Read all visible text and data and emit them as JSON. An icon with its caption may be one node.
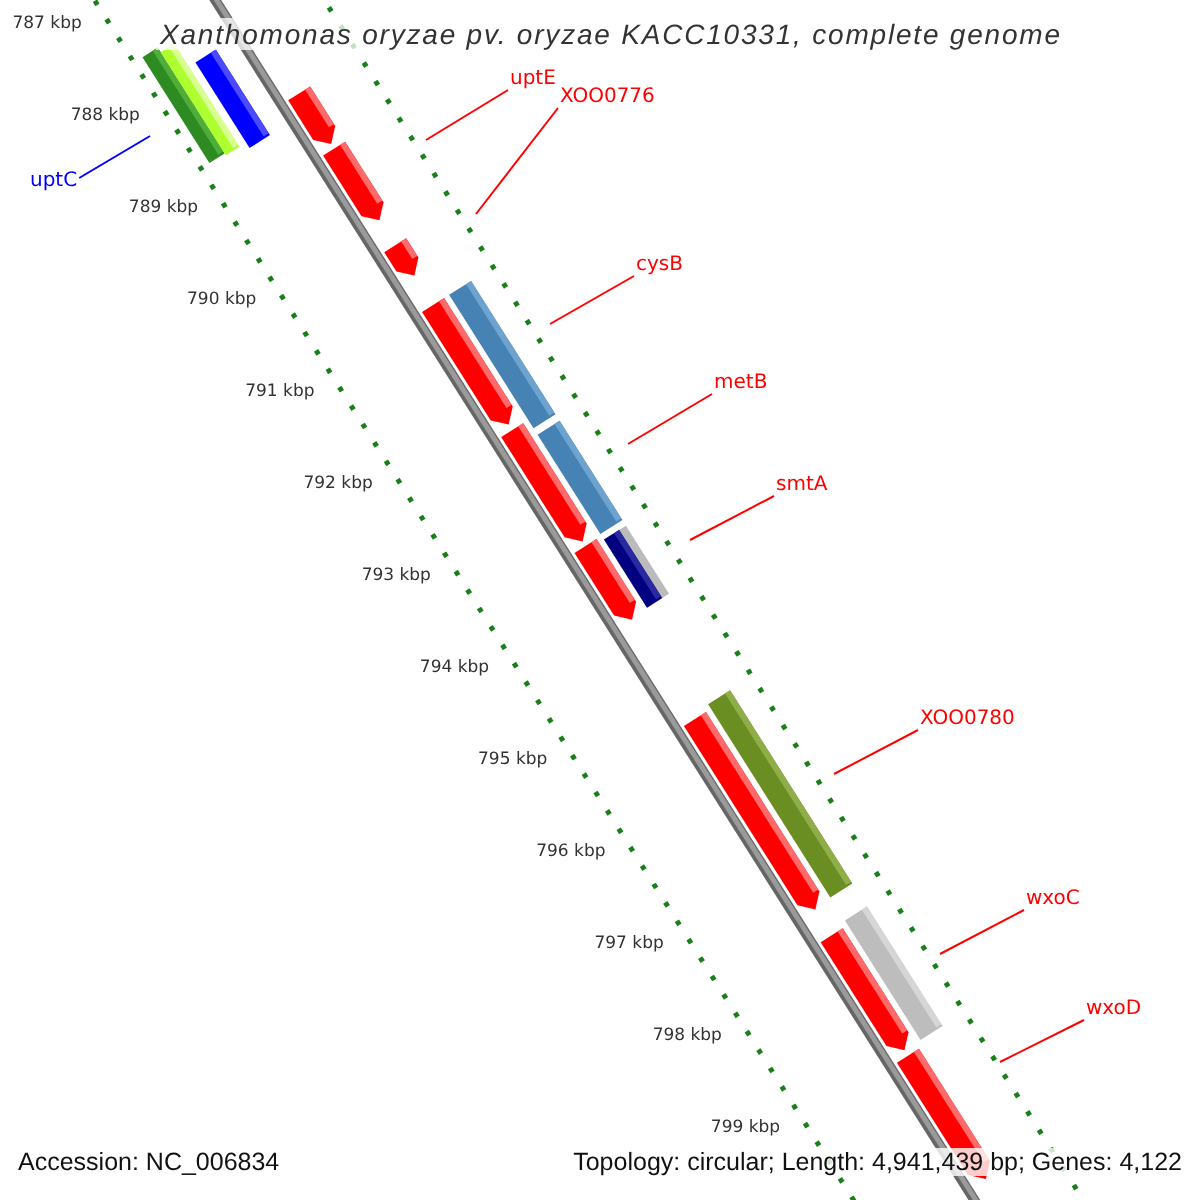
{
  "diagram": {
    "title": "Xanthomonas oryzae pv. oryzae KACC10331, complete genome",
    "nodes": [
      {
        "text": [
          "uptC"
        ]
      },
      {
        "text": [
          "uptE"
        ]
      },
      {
        "text": [
          "XOO0776"
        ]
      },
      {
        "text": [
          "cysB"
        ]
      },
      {
        "text": [
          "metB"
        ]
      },
      {
        "text": [
          "smtA"
        ]
      },
      {
        "text": [
          "XOO0780"
        ]
      },
      {
        "text": [
          "wxoC"
        ]
      },
      {
        "text": [
          "wxoD"
        ]
      }
    ],
    "edges": [
      {
        "from": 0,
        "to": null,
        "arrow": "none",
        "color": "#0000ff"
      },
      {
        "from": 1,
        "to": null,
        "arrow": "none"
      },
      {
        "from": 2,
        "to": null,
        "arrow": "none"
      },
      {
        "from": 3,
        "to": null,
        "arrow": "none"
      },
      {
        "from": 4,
        "to": null,
        "arrow": "none"
      },
      {
        "from": 5,
        "to": null,
        "arrow": "none"
      },
      {
        "from": 6,
        "to": null,
        "arrow": "none"
      },
      {
        "from": 7,
        "to": null,
        "arrow": "none"
      },
      {
        "from": 8,
        "to": null,
        "arrow": "none"
      }
    ],
    "labels": [
      "787 kbp",
      "788 kbp",
      "789 kbp",
      "790 kbp",
      "791 kbp",
      "792 kbp",
      "793 kbp",
      "794 kbp",
      "795 kbp",
      "796 kbp",
      "797 kbp",
      "798 kbp",
      "799 kbp",
      "Accession: NC_006834",
      "Topology: circular; Length: 4,941,439 bp; Genes: 4,122"
    ]
  }
}
